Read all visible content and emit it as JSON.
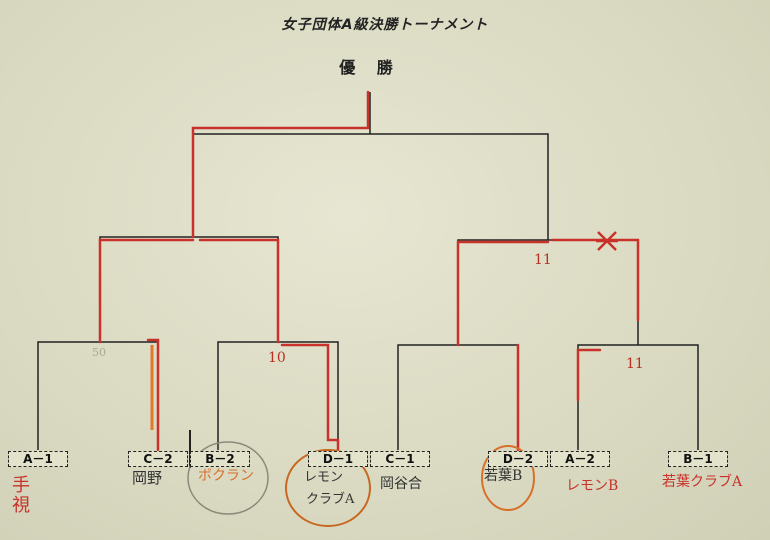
{
  "title": "女子団体A級決勝トーナメント",
  "champion_label": "優 勝",
  "slots": [
    "A－1",
    "C－2",
    "B－2",
    "D－1",
    "C－1",
    "D－2",
    "A－2",
    "B－1"
  ],
  "teams": {
    "t1": "手視",
    "t2": "岡野",
    "t3": "ボクラン",
    "t4a": "レモン",
    "t4b": "クラブA",
    "t5": "岡谷合",
    "t6": "若葉B",
    "t7": "レモンB",
    "t8": "若葉クラブA"
  },
  "scores": {
    "s1": "50",
    "s2": "10",
    "s3": "11",
    "s4": "11"
  },
  "colors": {
    "winner_line": "#c8322a",
    "bracket_line": "#222222"
  }
}
